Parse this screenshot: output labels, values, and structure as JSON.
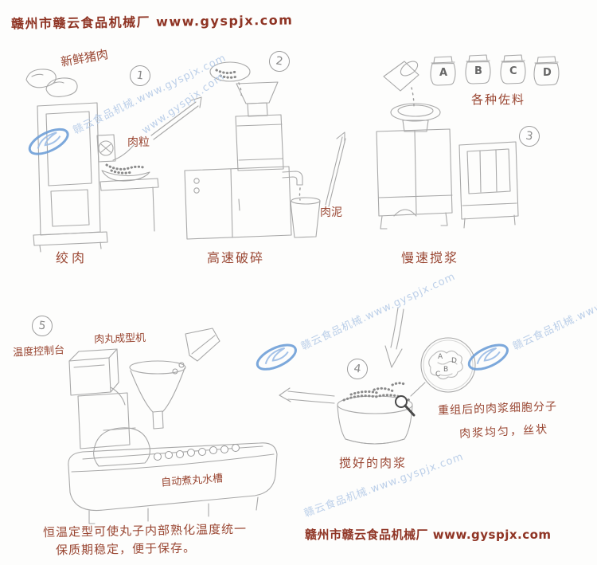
{
  "colors": {
    "label_brown": "#9a4733",
    "title_red": "#8f3424",
    "sketch_gray": "#a8a8a8",
    "watermark_blue": "#b5cbe7",
    "logo_blue": "#6f9fd8"
  },
  "header": {
    "title": "赣州市赣云食品机械厂  www.gyspjx.com"
  },
  "watermark": {
    "text": "赣云食品机械.www.gyspjx.com",
    "short_text": "www.gyspjx.com"
  },
  "steps": {
    "s1": {
      "num": "1",
      "fresh_pork": "新鲜猪肉",
      "meat_particles": "肉粒",
      "caption": "绞肉"
    },
    "s2": {
      "num": "2",
      "meat_paste": "肉泥",
      "caption": "高速破碎"
    },
    "s3": {
      "num": "3",
      "jars": [
        "A",
        "B",
        "C",
        "D"
      ],
      "seasonings_label": "各种佐料",
      "caption": "慢速搅浆"
    },
    "s4": {
      "num": "4",
      "caption": "搅好的肉浆",
      "zoom_letters": [
        "A",
        "D",
        "B",
        "C"
      ],
      "note_line1": "重组后的肉浆细胞分子",
      "note_line2": "肉浆均匀，丝状"
    },
    "s5": {
      "num": "5",
      "machine_label": "肉丸成型机",
      "console_label": "温度控制台",
      "trough_label": "自动煮丸水槽"
    }
  },
  "footer": {
    "note_line1": "恒温定型可使丸子内部熟化温度统一",
    "note_line2": "保质期稳定，便于保存。",
    "brand": "赣州市赣云食品机械厂  www.gyspjx.com"
  }
}
